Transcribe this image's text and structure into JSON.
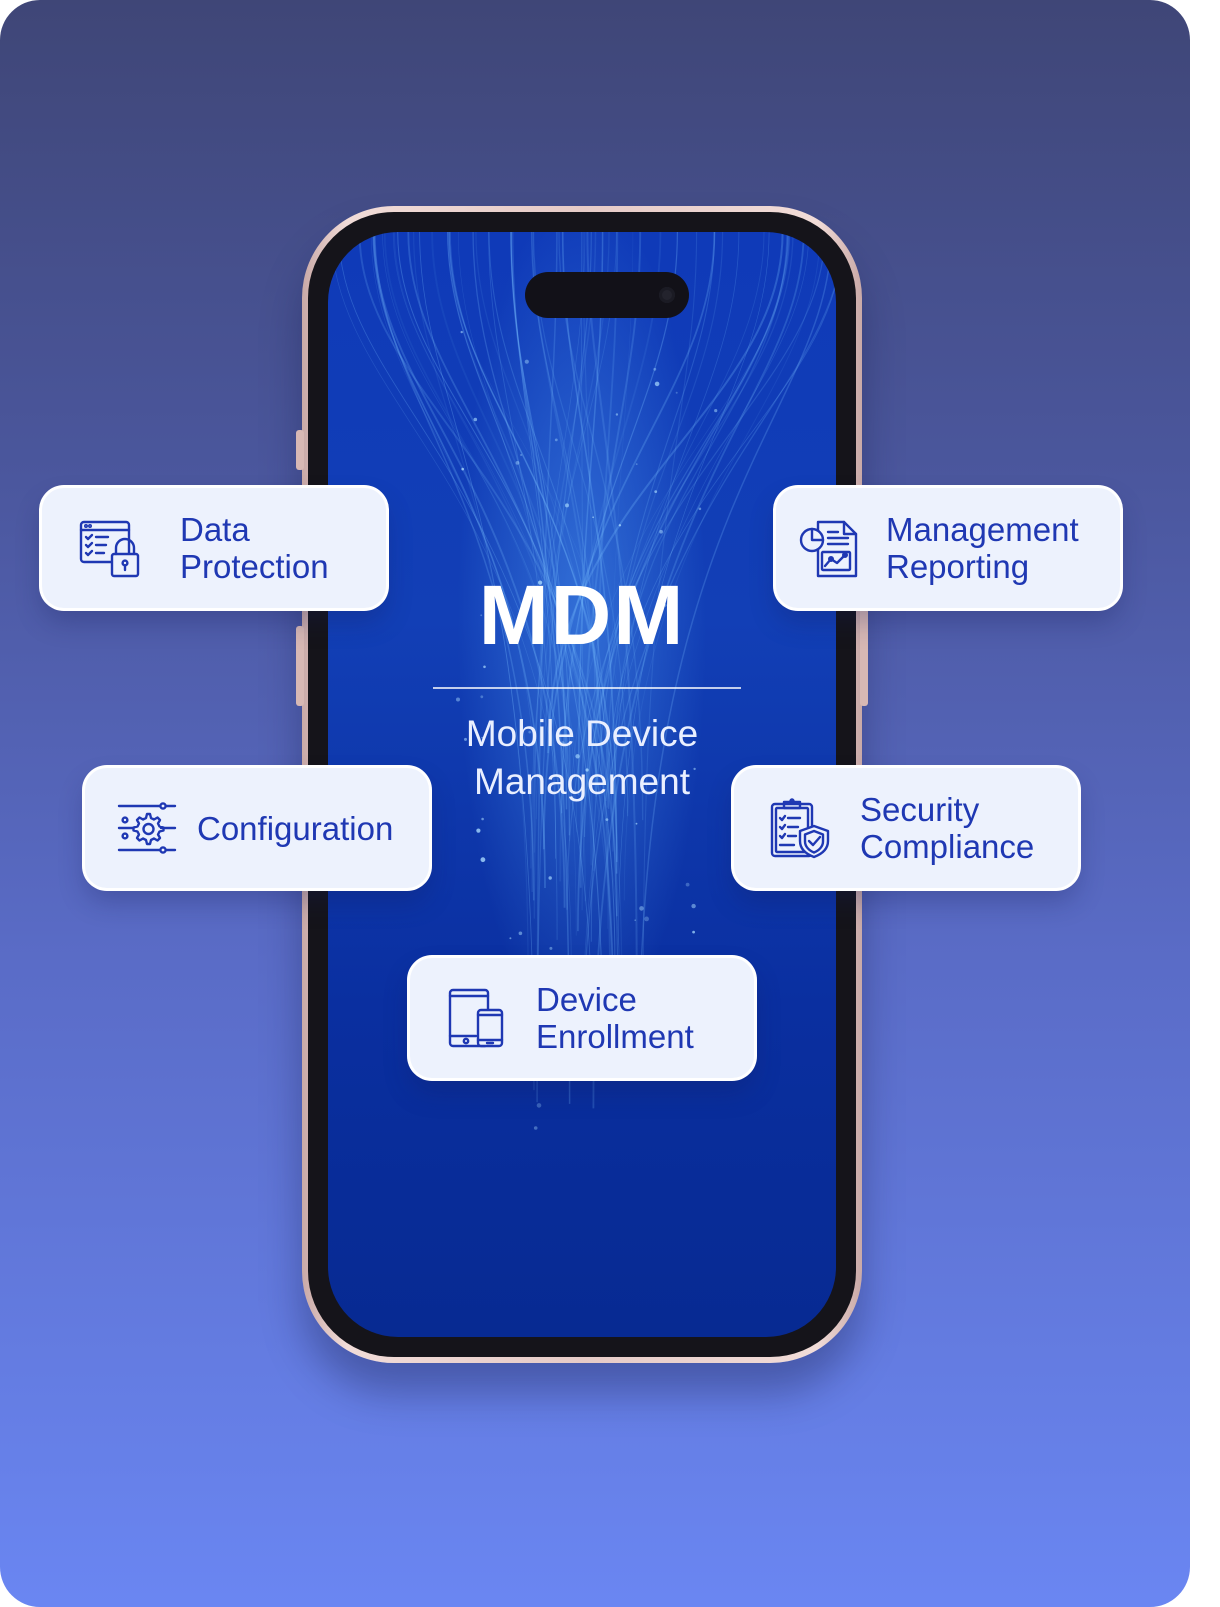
{
  "center": {
    "title": "MDM",
    "subtitle": "Mobile Device\nManagement"
  },
  "cards": {
    "data_protection": {
      "label": "Data\nProtection",
      "icon": "data-protection-lock-icon"
    },
    "management_reporting": {
      "label": "Management\nReporting",
      "icon": "report-chart-icon"
    },
    "configuration": {
      "label": "Configuration",
      "icon": "gear-sliders-icon"
    },
    "security_compliance": {
      "label": "Security\nCompliance",
      "icon": "clipboard-shield-icon"
    },
    "device_enrollment": {
      "label": "Device\nEnrollment",
      "icon": "devices-icon"
    }
  },
  "colors": {
    "accent": "#1f38b3",
    "card_bg": "#edf2fd",
    "screen_blue": "#0f3ab8"
  }
}
